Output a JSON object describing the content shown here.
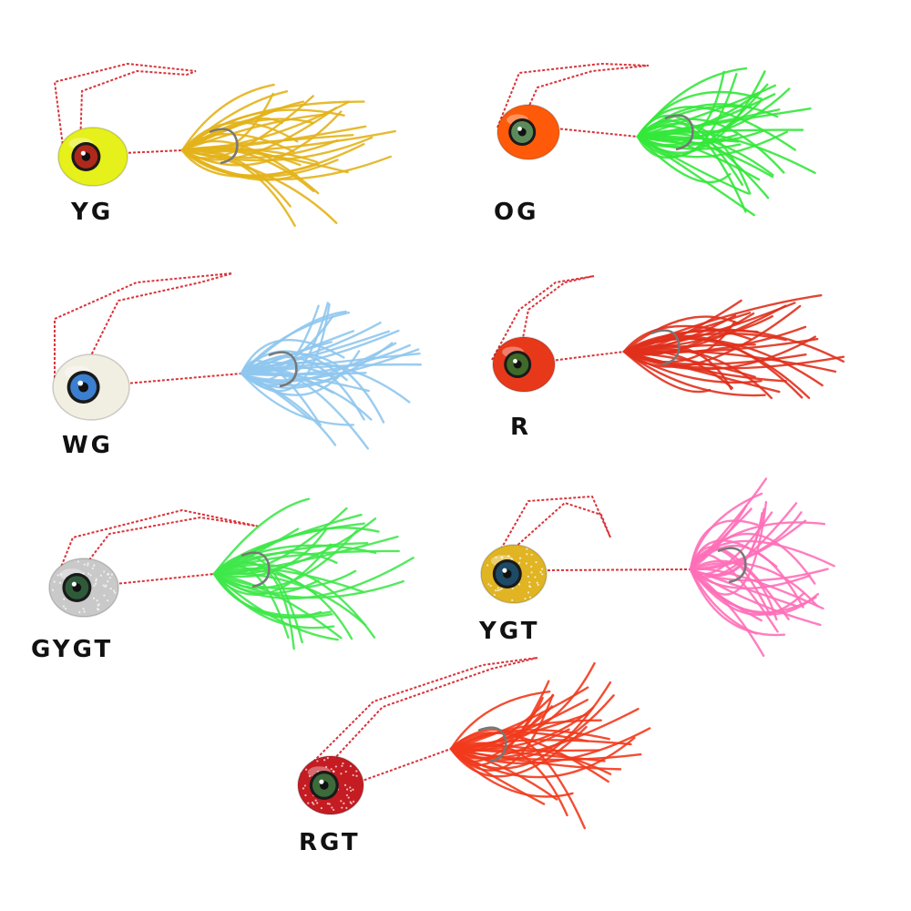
{
  "lures": [
    {
      "id": "yg",
      "label": "YG",
      "head_color": "#e6f01a",
      "eye_color": "#b0281c",
      "skirt_color": "#e3b21a",
      "texture": "smooth"
    },
    {
      "id": "og",
      "label": "OG",
      "head_color": "#ff5a0a",
      "eye_color": "#5d8a5a",
      "skirt_color": "#33e83a",
      "texture": "smooth"
    },
    {
      "id": "wg",
      "label": "WG",
      "head_color": "#f1efe2",
      "eye_color": "#3b7fd0",
      "skirt_color": "#8fc6ee",
      "texture": "smooth"
    },
    {
      "id": "r",
      "label": "R",
      "head_color": "#e8381a",
      "eye_color": "#3f6a2a",
      "skirt_color": "#e0301c",
      "texture": "smooth"
    },
    {
      "id": "gygt",
      "label": "GYGT",
      "head_color": "#c9c9c9",
      "eye_color": "#2e5a3a",
      "skirt_color": "#3fe84a",
      "texture": "glitter"
    },
    {
      "id": "ygt",
      "label": "YGT",
      "head_color": "#e0b422",
      "eye_color": "#1d4a66",
      "skirt_color": "#ff6fb8",
      "texture": "glitter"
    },
    {
      "id": "rgt",
      "label": "RGT",
      "head_color": "#c41c22",
      "eye_color": "#3d6a3a",
      "skirt_color": "#f23a1c",
      "texture": "glitter"
    }
  ],
  "line_color": "#d8343a"
}
